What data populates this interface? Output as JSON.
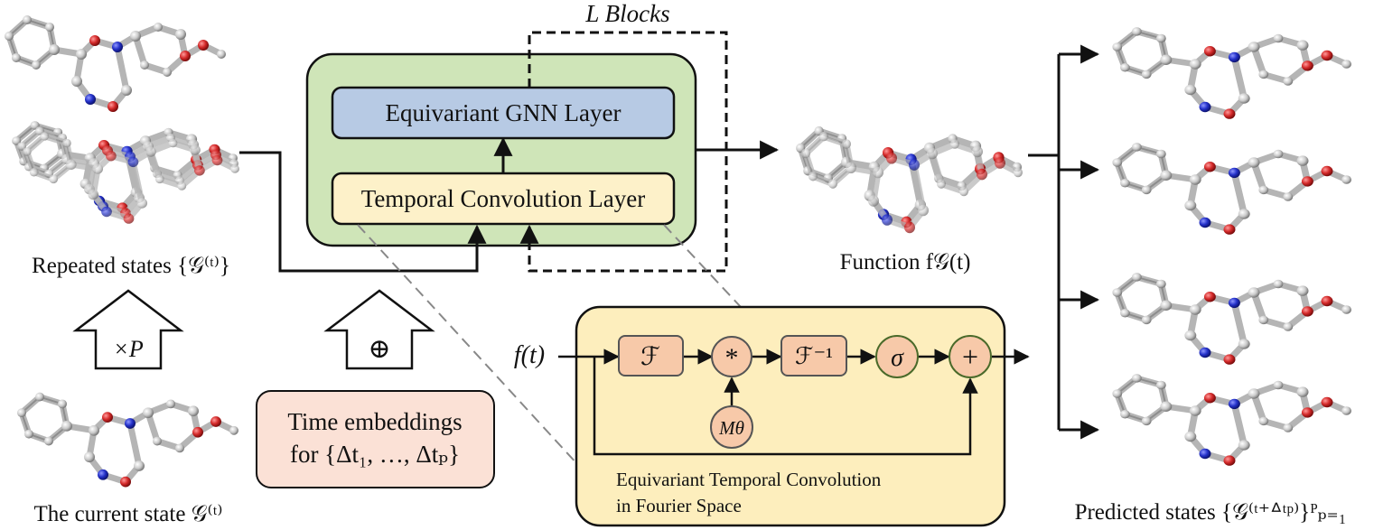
{
  "labels": {
    "l_blocks": "L Blocks",
    "egnn_layer": "Equivariant GNN Layer",
    "temporal_conv_layer": "Temporal Convolution Layer",
    "repeated_states": "Repeated states {𝒢⁽ᵗ⁾}",
    "current_state": "The current state 𝒢⁽ᵗ⁾",
    "function_label": "Function f𝒢(t)",
    "predicted_states": "Predicted states {𝒢⁽ᵗ⁺ᐞᵗᵖ⁾}ᴾₚ₌₁",
    "times_p": "×P",
    "oplus": "⊕",
    "time_emb_line1": "Time embeddings",
    "time_emb_line2": "for {Δt₁, …, Δtₚ}",
    "f_t": "f(t)",
    "fourier": "ℱ",
    "conv_star": "*",
    "inv_fourier": "ℱ⁻¹",
    "sigma": "σ",
    "plus": "+",
    "m_theta": "Mθ",
    "etc_line1": "Equivariant Temporal Convolution",
    "etc_line2": "in Fourier Space"
  },
  "colors": {
    "green_block": "#cfe5b8",
    "blue_layer": "#b7cae4",
    "cream_layer": "#fdf1c9",
    "yellow_panel": "#fdeebd",
    "salmon_box": "#f7c9a9",
    "pink_box": "#fbe1d6",
    "atom_grey": "#c8c8c8",
    "atom_red": "#d42a2a",
    "atom_blue": "#2431c9"
  }
}
